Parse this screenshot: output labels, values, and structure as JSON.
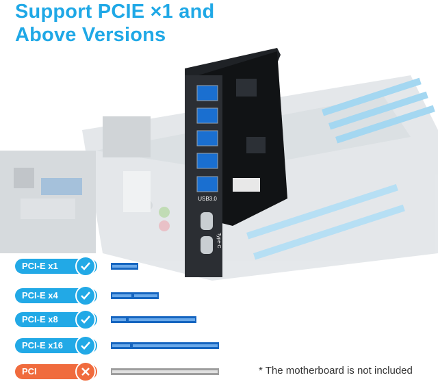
{
  "headline": [
    "Support PCIE ×1 and",
    "Above Versions"
  ],
  "card": {
    "port_label": "USB3.0",
    "typec_label": "Type-C"
  },
  "compatibility": [
    {
      "label": "PCI-E  x1",
      "status": "supported",
      "color": "#22a9e6"
    },
    {
      "label": "PCI-E  x4",
      "status": "supported",
      "color": "#22a9e6"
    },
    {
      "label": "PCI-E  x8",
      "status": "supported",
      "color": "#22a9e6"
    },
    {
      "label": "PCI-E  x16",
      "status": "supported",
      "color": "#22a9e6"
    },
    {
      "label": "PCI",
      "status": "not-supported",
      "color": "#f06b3d"
    }
  ],
  "note": "* The motherboard is not included"
}
